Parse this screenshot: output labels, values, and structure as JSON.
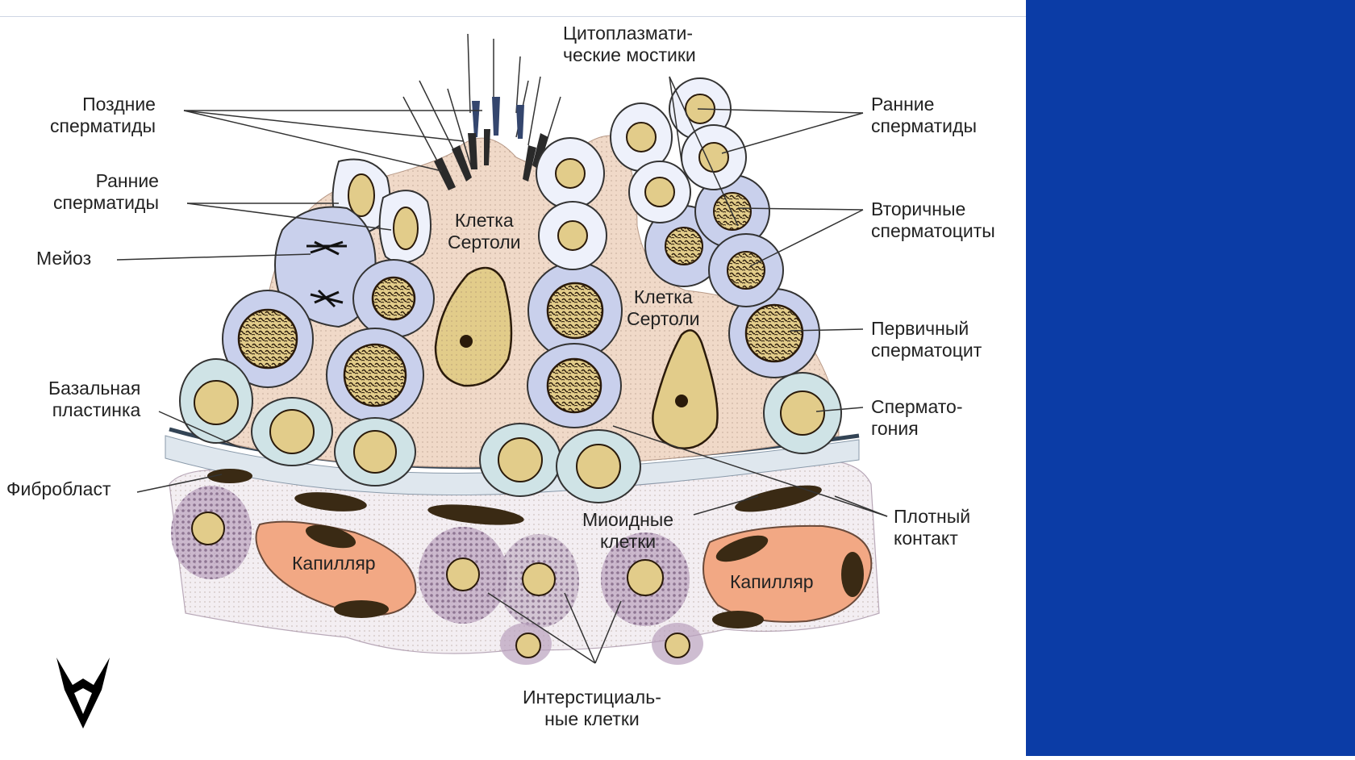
{
  "colors": {
    "side_panel": "#0b3ca6",
    "sertoli_cytoplasm": "#f0d9c8",
    "spermatid_cell": "#eef1fb",
    "spermatocyte_cell": "#c9d0ec",
    "spermatogonia_cell": "#cfe3e6",
    "nucleus": "#e2cc8a",
    "capillary": "#f2a884",
    "interstitial": "#9c7fa4"
  },
  "labels": {
    "late_spermatids": [
      "Поздние",
      "сперматиды"
    ],
    "early_spermatids_left": [
      "Ранние",
      "сперматиды"
    ],
    "meiosis": [
      "Мейоз"
    ],
    "basal_lamina": [
      "Базальная",
      "пластинка"
    ],
    "fibroblast": [
      "Фибробласт"
    ],
    "cytoplasmic_bridges": [
      "Цитоплазмати-",
      "ческие мостики"
    ],
    "early_spermatids_right": [
      "Ранние",
      "сперматиды"
    ],
    "secondary_spermatocytes": [
      "Вторичные",
      "сперматоциты"
    ],
    "primary_spermatocyte": [
      "Первичный",
      "сперматоцит"
    ],
    "spermatogonia": [
      "Спермато-",
      "гония"
    ],
    "tight_junction": [
      "Плотный",
      "контакт"
    ],
    "interstitial_cells": [
      "Интерстициаль-",
      "ные клетки"
    ],
    "myoid_cells": [
      "Миоидные",
      "клетки"
    ],
    "sertoli_left": [
      "Клетка",
      "Сертоли"
    ],
    "sertoli_right": [
      "Клетка",
      "Сертоли"
    ],
    "capillary_left": [
      "Капилляр"
    ],
    "capillary_right": [
      "Капилляр"
    ]
  },
  "logo": {
    "icon": "v-shaped-logo-icon",
    "color": "#000000"
  }
}
